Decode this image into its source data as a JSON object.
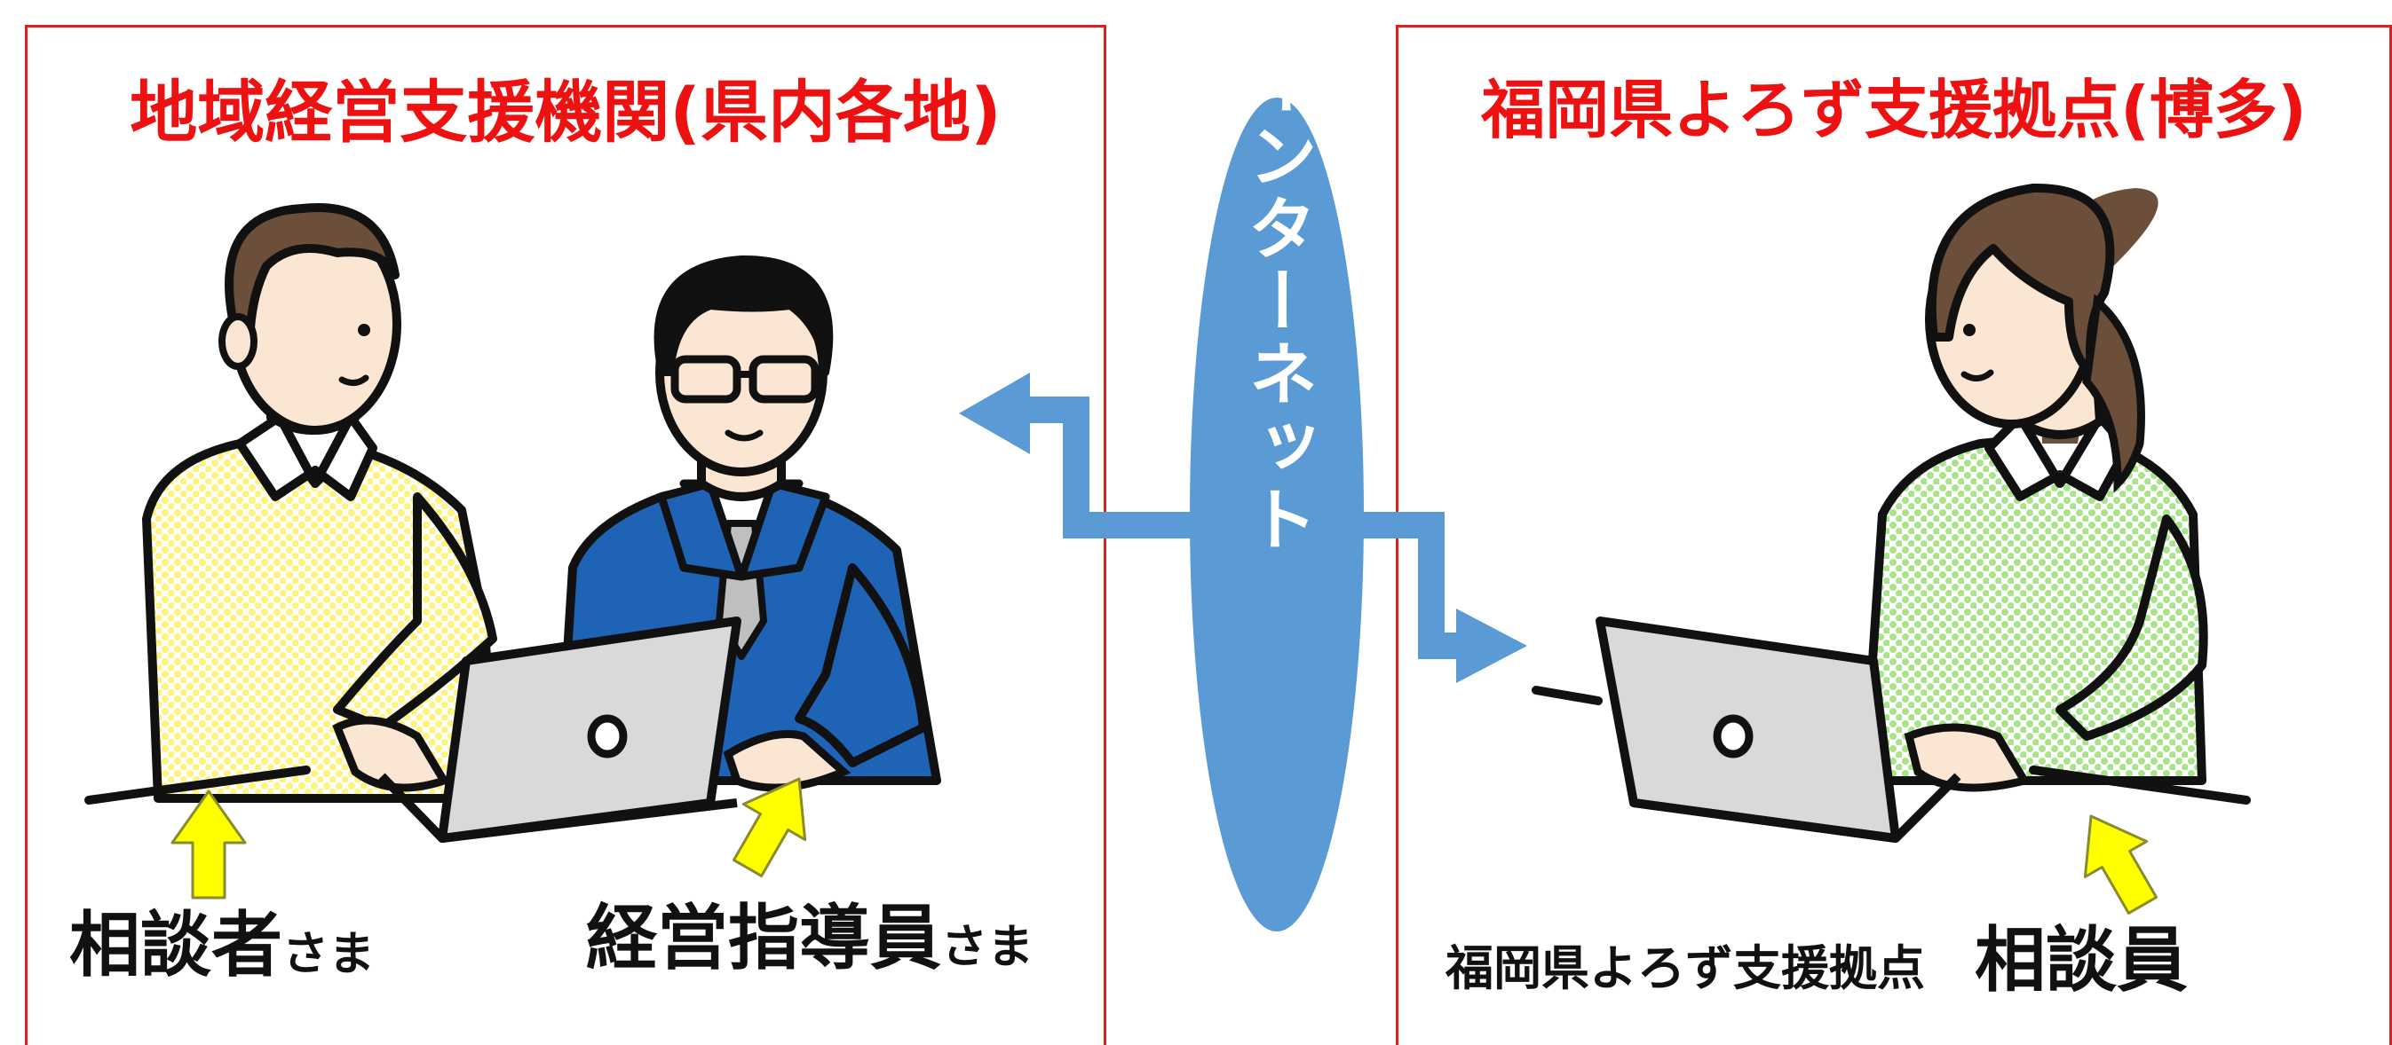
{
  "left_panel": {
    "title": "地域経営支援機関(県内各地)",
    "person1_label_main": "相談者",
    "person1_label_suffix": "さま",
    "person2_label_main": "経営指導員",
    "person2_label_suffix": "さま"
  },
  "right_panel": {
    "title": "福岡県よろず支援拠点(博多)",
    "consultant_org": "福岡県よろず支援拠点",
    "consultant_role": "相談員"
  },
  "network": {
    "label": "インターネット"
  },
  "colors": {
    "border": "#e02020",
    "title": "#ee1111",
    "ellipse": "#5b9bd5",
    "arrow_blue": "#5b9bd5",
    "arrow_yellow": "#ffff00",
    "shirt_yellow": "#fff37a",
    "shirt_green": "#a8e58a",
    "suit_blue": "#1f63b6",
    "laptop": "#d9d9d9"
  }
}
